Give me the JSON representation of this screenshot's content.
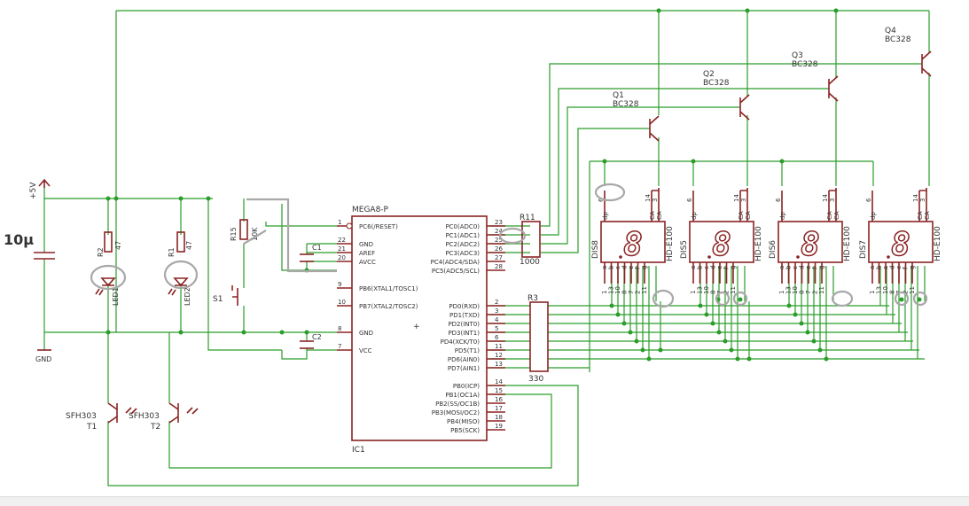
{
  "supply": {
    "vcc": "+5V",
    "gnd": "GND",
    "cap": "10µ"
  },
  "mcu": {
    "name": "MEGA8-P",
    "ref": "IC1",
    "left_pins": [
      {
        "num": "1",
        "name": "PC6(/RESET)"
      },
      {
        "num": "22",
        "name": "GND"
      },
      {
        "num": "21",
        "name": "AREF"
      },
      {
        "num": "20",
        "name": "AVCC"
      },
      {
        "num": "9",
        "name": "PB6(XTAL1/TOSC1)"
      },
      {
        "num": "10",
        "name": "PB7(XTAL2/TOSC2)"
      },
      {
        "num": "8",
        "name": "GND"
      },
      {
        "num": "7",
        "name": "VCC"
      }
    ],
    "right_pins": [
      {
        "num": "23",
        "name": "PC0(ADC0)"
      },
      {
        "num": "24",
        "name": "PC1(ADC1)"
      },
      {
        "num": "25",
        "name": "PC2(ADC2)"
      },
      {
        "num": "26",
        "name": "PC3(ADC3)"
      },
      {
        "num": "27",
        "name": "PC4(ADC4/SDA)"
      },
      {
        "num": "28",
        "name": "PC5(ADC5/SCL)"
      },
      {
        "num": "2",
        "name": "PD0(RXD)"
      },
      {
        "num": "3",
        "name": "PD1(TXD)"
      },
      {
        "num": "4",
        "name": "PD2(INT0)"
      },
      {
        "num": "5",
        "name": "PD3(INT1)"
      },
      {
        "num": "6",
        "name": "PD4(XCK/T0)"
      },
      {
        "num": "11",
        "name": "PD5(T1)"
      },
      {
        "num": "12",
        "name": "PD6(AIN0)"
      },
      {
        "num": "13",
        "name": "PD7(AIN1)"
      },
      {
        "num": "14",
        "name": "PB0(ICP)"
      },
      {
        "num": "15",
        "name": "PB1(OC1A)"
      },
      {
        "num": "16",
        "name": "PB2(SS/OC1B)"
      },
      {
        "num": "17",
        "name": "PB3(MOSI/OC2)"
      },
      {
        "num": "18",
        "name": "PB4(MISO)"
      },
      {
        "num": "19",
        "name": "PB5(SCK)"
      }
    ]
  },
  "parts": {
    "r2": "R2",
    "r2_val": "47",
    "r1": "R1",
    "r1_val": "47",
    "led1": "LED1",
    "led2": "LED2",
    "r15": "R15",
    "r15_val": "10K",
    "c1": "C1",
    "c2": "C2",
    "s1": "S1",
    "r11": "R11",
    "r11_val": "1000",
    "r3": "R3",
    "r3_val": "330",
    "t1": "T1",
    "t2": "T2",
    "t1_type": "SFH303",
    "t2_type": "SFH303"
  },
  "transistors": [
    {
      "ref": "Q1",
      "type": "BC328"
    },
    {
      "ref": "Q2",
      "type": "BC328"
    },
    {
      "ref": "Q3",
      "type": "BC328"
    },
    {
      "ref": "Q4",
      "type": "BC328"
    }
  ],
  "displays": [
    {
      "ref": "DIS8",
      "part": "HD-E100",
      "top_pin": "6",
      "digit": "8"
    },
    {
      "ref": "DIS5",
      "part": "HD-E100",
      "top_pin": "6",
      "digit": "8"
    },
    {
      "ref": "DIS6",
      "part": "HD-E100",
      "top_pin": "6",
      "digit": "8"
    },
    {
      "ref": "DIS7",
      "part": "HD-E100",
      "top_pin": "6",
      "digit": "8"
    }
  ],
  "display_pins": {
    "top": [
      "dp",
      "CA",
      "CA"
    ],
    "top_nums": [
      "14",
      "3"
    ],
    "seg_letters": [
      "a",
      "b",
      "c",
      "d",
      "e",
      "f",
      "g"
    ],
    "seg_nums": [
      "1",
      "13",
      "10",
      "8",
      "7",
      "2",
      "11"
    ]
  },
  "colors": {
    "wire": "#2a9d2a",
    "part": "#8b2323",
    "text": "#333333",
    "highlight": "#a8a8a8"
  }
}
